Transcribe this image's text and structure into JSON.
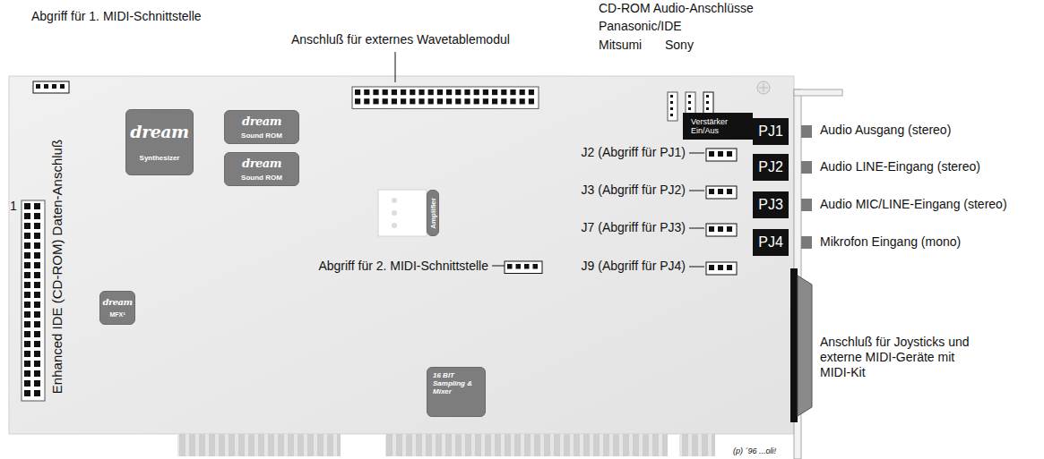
{
  "diagram": {
    "nodes": [
      {
        "text": [
          "dream",
          "Synthesizer"
        ]
      },
      {
        "text": [
          "dream",
          "Sound ROM"
        ]
      },
      {
        "text": [
          "dream",
          "Sound ROM"
        ]
      },
      {
        "text": [
          "Amplifier"
        ]
      },
      {
        "text": [
          "dream",
          "MFX³"
        ]
      },
      {
        "text": [
          "16 BIT Sampling & Mixer"
        ]
      },
      {
        "text": [
          "Verstärker Ein/Aus"
        ]
      },
      {
        "text": [
          "PJ1"
        ]
      },
      {
        "text": [
          "PJ2"
        ]
      },
      {
        "text": [
          "PJ3"
        ]
      },
      {
        "text": [
          "PJ4"
        ]
      }
    ],
    "labels": [
      "Abgriff für 1. MIDI-Schnittstelle",
      "Anschluß für externes Wavetablemodul",
      "CD-ROM Audio-Anschlüsse",
      "Panasonic/IDE",
      "Mitsumi",
      "Sony",
      "Audio Ausgang (stereo)",
      "Audio LINE-Eingang (stereo)",
      "Audio MIC/LINE-Eingang (stereo)",
      "Mikrofon Eingang (mono)",
      "J2 (Abgriff für PJ1)",
      "J3 (Abgriff für PJ2)",
      "J7 (Abgriff für PJ3)",
      "J9 (Abgriff für PJ4)",
      "Abgriff für 2. MIDI-Schnittstelle",
      "1",
      "Enhanced IDE (CD-ROM) Daten-Anschluß",
      "Anschluß für Joysticks und externe MIDI-Geräte mit MIDI-Kit",
      "(p) ´96 ...oli!"
    ]
  }
}
